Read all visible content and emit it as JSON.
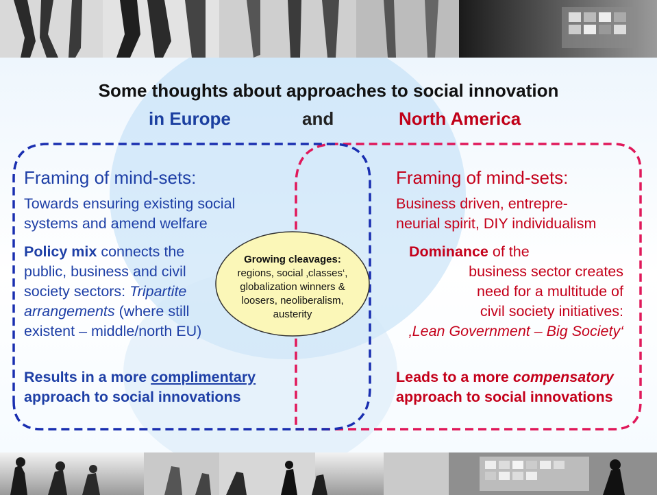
{
  "title": {
    "line1": "Some thoughts about approaches to social innovation",
    "europe": "in Europe",
    "and": "and",
    "north_america": "North America"
  },
  "europe": {
    "heading": "Framing of mind-sets:",
    "mindset_line1": "Towards ensuring existing social",
    "mindset_line2": "systems and amend welfare",
    "policy_bold": "Policy mix",
    "policy_line1_rest": " connects the",
    "policy_line2": "public, business and civil",
    "policy_line3_pre": "society sectors: ",
    "policy_line3_italic": "Tripartite",
    "policy_line4_italic": "arrangements",
    "policy_line4_rest": " (where still",
    "policy_line5": "existent – middle/north EU)",
    "result_line1_pre": "Results in a more ",
    "result_line1_underline": "complimentary",
    "result_line2": "approach to social innovations"
  },
  "north_america": {
    "heading": "Framing of mind-sets:",
    "mindset_line1": "Business driven, entrepre-",
    "mindset_line2": "neurial spirit, DIY individualism",
    "dominance_bold": "Dominance",
    "dominance_rest": " of the",
    "dominance_line2": "business sector creates",
    "dominance_line3": "need for a multitude of",
    "dominance_line4": "civil society initiatives:",
    "dominance_line5": "‚Lean Government – Big Society‘",
    "result_line1_pre": "Leads to a more ",
    "result_line1_italic": "compensatory",
    "result_line2": "approach to social innovations"
  },
  "cleavages": {
    "heading": "Growing cleavages:",
    "line1": "regions, social ‚classes‘,",
    "line2": "globalization winners &",
    "line3": "loosers, neoliberalism,",
    "line4": "austerity"
  },
  "colors": {
    "europe_blue": "#1e3fa6",
    "america_red": "#c4001a",
    "europe_border": "#1a2fb0",
    "america_border": "#e0185a",
    "oval_fill": "#fbf7b8"
  }
}
